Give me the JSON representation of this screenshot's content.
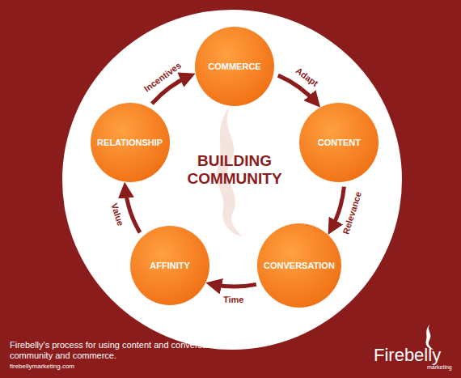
{
  "diagram": {
    "title": "BUILDING COMMUNITY",
    "caption": "Firebelly's process for using content and conversation to build community and commerce.",
    "nodes": [
      {
        "text": [
          "COMMERCE"
        ]
      },
      {
        "text": [
          "CONTENT"
        ]
      },
      {
        "text": [
          "CONVERSATION"
        ]
      },
      {
        "text": [
          "AFFINITY"
        ]
      },
      {
        "text": [
          "RELATIONSHIP"
        ]
      }
    ],
    "edges": [
      {
        "from": 0,
        "to": 1,
        "label": "Adapt",
        "arrow": "to"
      },
      {
        "from": 1,
        "to": 2,
        "label": "Relevance",
        "arrow": "to"
      },
      {
        "from": 2,
        "to": 3,
        "label": "Time",
        "arrow": "to"
      },
      {
        "from": 3,
        "to": 4,
        "label": "Value",
        "arrow": "to"
      },
      {
        "from": 4,
        "to": 0,
        "label": "Incentives",
        "arrow": "to"
      }
    ],
    "labels": [
      "firebellymarketing.com",
      "Firebelly",
      "marketing"
    ]
  }
}
